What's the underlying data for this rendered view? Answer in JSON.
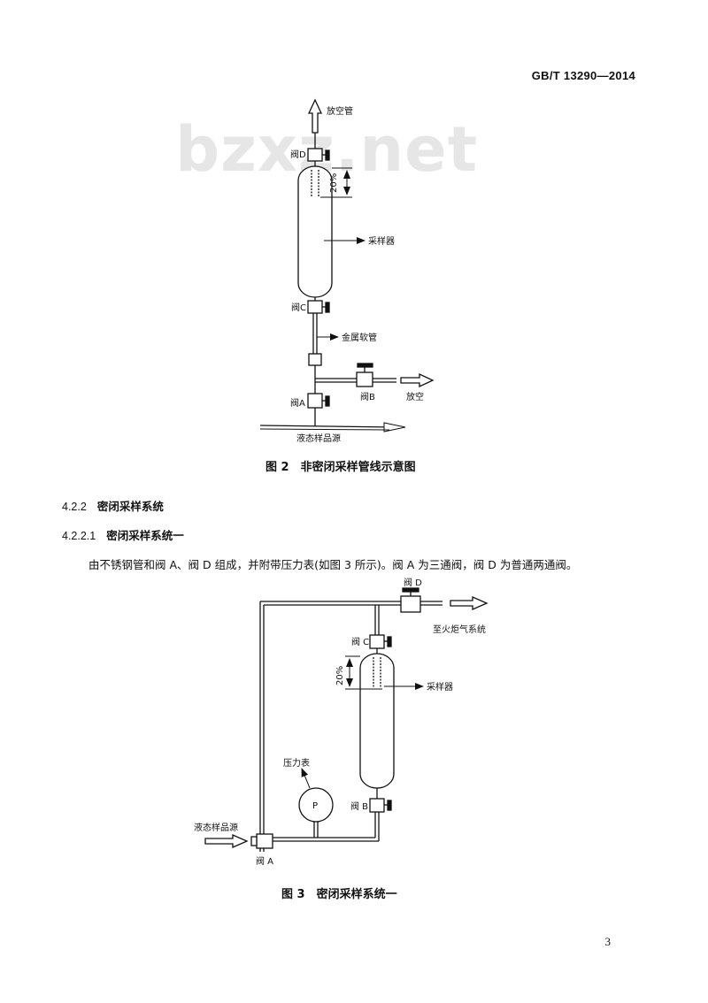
{
  "header": {
    "standard_code": "GB/T 13290—2014"
  },
  "watermark": "bzxz.net",
  "figure2": {
    "labels": {
      "vent_pipe": "放空管",
      "valve_d": "阀D",
      "pct": "20%",
      "sampler": "采样器",
      "valve_c": "阀C",
      "metal_hose": "金属软管",
      "valve_b": "阀B",
      "vent": "放空",
      "valve_a": "阀A",
      "liquid_source": "液态样品源"
    },
    "caption": "图 2　非密闭采样管线示意图"
  },
  "section_4_2_2": {
    "number": "4.2.2",
    "title": "密闭采样系统"
  },
  "section_4_2_2_1": {
    "number": "4.2.2.1",
    "title": "密闭采样系统一"
  },
  "paragraph": "由不锈钢管和阀 A、阀 D 组成，并附带压力表(如图 3 所示)。阀 A 为三通阀，阀 D 为普通两通阀。",
  "figure3": {
    "labels": {
      "valve_d": "阀 D",
      "flare_system": "至火炬气系统",
      "valve_c": "阀 C",
      "pct": "20%",
      "sampler": "采样器",
      "pressure_gauge": "压力表",
      "gauge_symbol": "P",
      "valve_b": "阀 B",
      "liquid_source": "液态样品源",
      "valve_a": "阀 A"
    },
    "caption": "图 3　密闭采样系统一"
  },
  "page_number": "3"
}
